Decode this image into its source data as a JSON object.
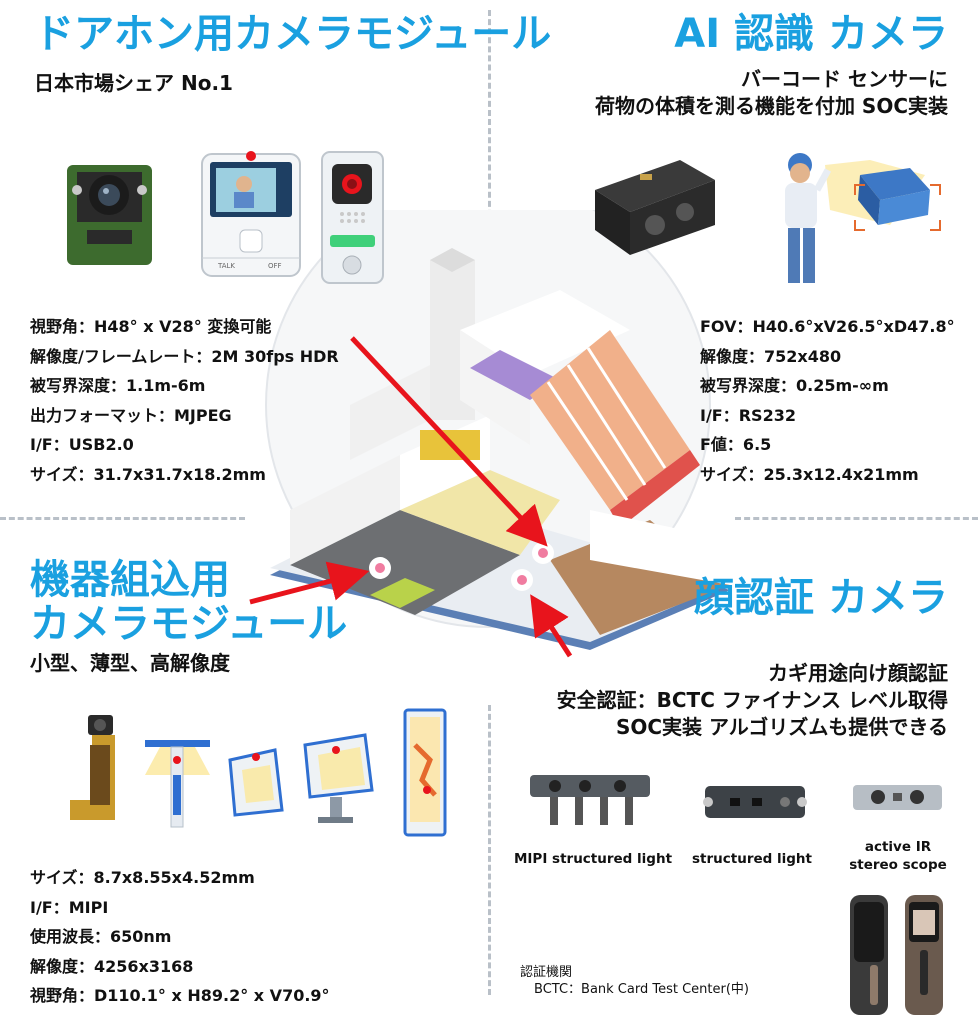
{
  "tl": {
    "title": "ドアホン用カメラモジュール",
    "subtitle": "日本市場シェア No.1",
    "specs": [
      "視野角：H48° x V28° 変換可能",
      "解像度/フレームレート：2M 30fps HDR",
      "被写界深度：1.1m-6m",
      "出力フォーマット：MJPEG",
      "I/F：USB2.0",
      "サイズ：31.7x31.7x18.2mm"
    ],
    "phone_labels": [
      "TALK",
      "OFF"
    ]
  },
  "tr": {
    "title": "AI 認識 カメラ",
    "subtitle_line1": "バーコード センサーに",
    "subtitle_line2": "荷物の体積を測る機能を付加 SOC実装",
    "specs": [
      "FOV：H40.6°xV26.5°xD47.8°",
      "解像度：752x480",
      "被写界深度：0.25m-∞m",
      "I/F：RS232",
      "F値：6.5",
      "サイズ：25.3x12.4x21mm"
    ]
  },
  "bl": {
    "title_line1": "機器組込用",
    "title_line2": "カメラモジュール",
    "subtitle": "小型、薄型、高解像度",
    "specs": [
      "サイズ：8.7x8.55x4.52mm",
      "I/F：MIPI",
      "使用波長：650nm",
      "解像度：4256x3168",
      "視野角：D110.1° x H89.2° x V70.9°"
    ]
  },
  "br": {
    "title": "顔認証 カメラ",
    "line1": "カギ用途向け顔認証",
    "line2": "安全認証：BCTC ファイナンス レベル取得",
    "line3": "SOC実装 アルゴリズムも提供できる",
    "captions": [
      "MIPI structured light",
      "structured light",
      "active IR\nstereo scope"
    ],
    "note_title": "認証機関",
    "note_body": "BCTC：Bank Card Test Center(中)"
  },
  "colors": {
    "accent": "#1aa0e0",
    "arrow": "#e8141c",
    "roof": "#e0524c"
  }
}
